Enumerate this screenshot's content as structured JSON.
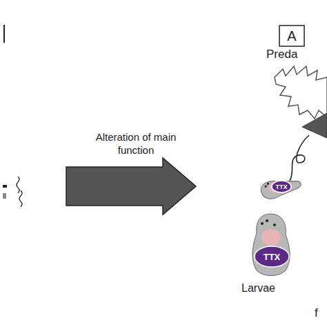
{
  "diagram": {
    "nodes": [
      {
        "text": [
          "A"
        ]
      },
      {
        "text": [
          "TTX"
        ]
      },
      {
        "text": [
          "TTX"
        ]
      }
    ],
    "labels": [
      "Alteration of main function",
      "Preda",
      "Larvae",
      "f"
    ]
  }
}
